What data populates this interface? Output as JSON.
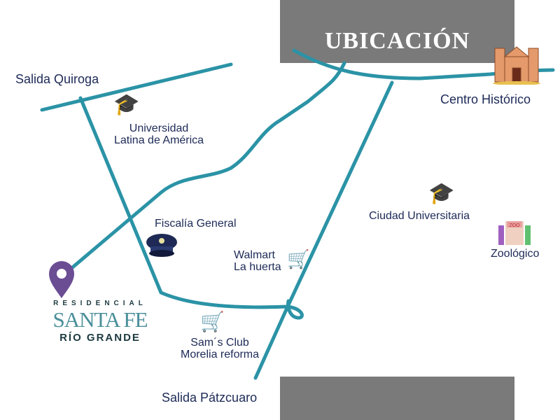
{
  "title": "UBICACIÓN",
  "labels": {
    "salida_quiroga": "Salida Quiroga",
    "centro_historico": "Centro Histórico",
    "universidad_1": "Universidad",
    "universidad_2": "Latina de América",
    "ciudad_universitaria": "Ciudad Universitaria",
    "zoologico": "Zoológico",
    "fiscalia": "Fiscalía General",
    "walmart_1": "Walmart",
    "walmart_2": "La huerta",
    "sams_1": "Sam´s Club",
    "sams_2": "Morelia reforma",
    "salida_patzcuaro": "Salida Pátzcuaro"
  },
  "logo": {
    "line1": "RESIDENCIAL",
    "line2": "SANTA FE",
    "line3": "RÍO GRANDE"
  },
  "colors": {
    "road": "#2b93a6",
    "box": "#7a7a7a",
    "text": "#1d2a57",
    "logo_teal": "#4a8f9a",
    "pin": "#6b4d94"
  }
}
